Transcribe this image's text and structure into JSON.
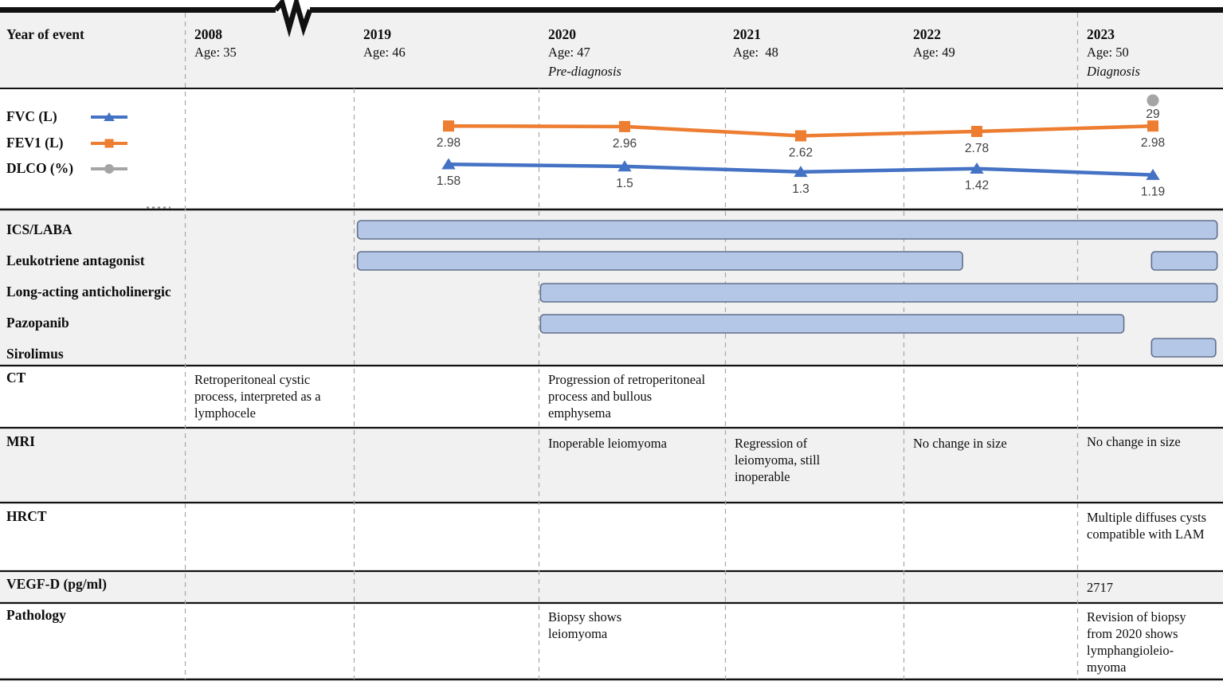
{
  "header": {
    "row_label": "Year of event",
    "columns": [
      {
        "year": "2008",
        "age": "Age: 35",
        "note": ""
      },
      {
        "year": "2019",
        "age": "Age: 46",
        "note": ""
      },
      {
        "year": "2020",
        "age": "Age: 47",
        "note": "Pre-diagnosis"
      },
      {
        "year": "2021",
        "age": "Age:  48",
        "note": ""
      },
      {
        "year": "2022",
        "age": "Age: 49",
        "note": ""
      },
      {
        "year": "2023",
        "age": "Age: 50",
        "note": "Diagnosis"
      }
    ]
  },
  "chart_data": {
    "type": "line",
    "x": [
      2019,
      2020,
      2021,
      2022,
      2023
    ],
    "series": [
      {
        "name": "FVC (L)",
        "marker": "triangle",
        "color": "#4472C4",
        "values": [
          1.58,
          1.5,
          1.3,
          1.42,
          1.19
        ]
      },
      {
        "name": "FEV1 (L)",
        "marker": "square",
        "color": "#ED7D31",
        "values": [
          2.98,
          2.96,
          2.62,
          2.78,
          2.98
        ]
      },
      {
        "name": "DLCO (%)",
        "marker": "circle",
        "color": "#A5A5A5",
        "values": [
          null,
          null,
          null,
          null,
          29
        ]
      }
    ],
    "legend_position": "left",
    "grid": "vertical-dashed-year-boundaries",
    "data_labels": "below markers"
  },
  "medications": {
    "bar_color": "#B4C7E7",
    "bar_border": "#61708C",
    "rows": [
      {
        "label": "ICS/LABA",
        "intervals": [
          [
            2019.02,
            2023.96
          ]
        ]
      },
      {
        "label": "Leukotriene antagonist",
        "intervals": [
          [
            2019.02,
            2022.34
          ],
          [
            2023.51,
            2023.96
          ]
        ]
      },
      {
        "label": "Long-acting anticholinergic",
        "intervals": [
          [
            2020.01,
            2023.96
          ]
        ]
      },
      {
        "label": "Pazopanib",
        "intervals": [
          [
            2020.01,
            2023.32
          ]
        ]
      },
      {
        "label": "Sirolimus",
        "intervals": [
          [
            2023.51,
            2023.95
          ]
        ]
      }
    ]
  },
  "events": {
    "rows": [
      {
        "label": "CT",
        "cells": {
          "2008": "Retroperitoneal cystic process, interpreted as a lymphocele",
          "2020": "Progression of retroperitoneal process and bullous emphysema"
        }
      },
      {
        "label": "MRI",
        "cells": {
          "2020": "Inoperable leiomyoma",
          "2021": "Regression of leiomyoma, still inoperable",
          "2022": "No change in size",
          "2023": "No change in size"
        }
      },
      {
        "label": "HRCT",
        "cells": {
          "2023": "Multiple diffuses cysts compatible with LAM"
        }
      },
      {
        "label": "VEGF-D (pg/ml)",
        "cells": {
          "2023": "2717"
        }
      },
      {
        "label": "Pathology",
        "cells": {
          "2020": "Biopsy shows leiomyoma",
          "2023": "Revision of biopsy from 2020 shows lymphangioleio-myoma"
        }
      }
    ]
  },
  "colors": {
    "band_gray": "#f1f1f1",
    "dashed_line": "#a8a8a8",
    "border_black": "#111111"
  }
}
